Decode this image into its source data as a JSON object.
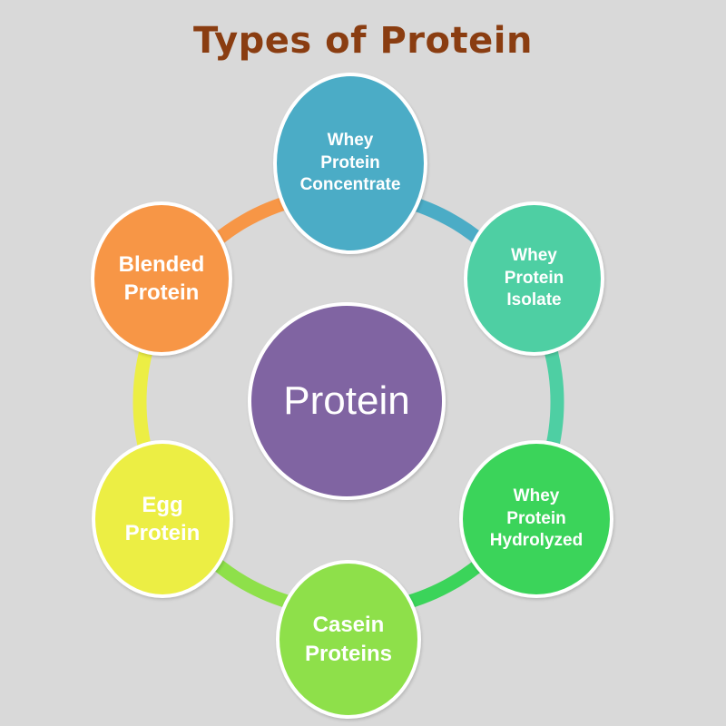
{
  "title": "Types of Protein",
  "center": {
    "label": "Protein",
    "color": "#8064a2"
  },
  "nodes": {
    "whey_concentrate": {
      "lines": [
        "Whey",
        "Protein",
        "Concentrate"
      ],
      "color": "#4bacc6"
    },
    "whey_isolate": {
      "lines": [
        "Whey",
        "Protein",
        "Isolate"
      ],
      "color": "#4ecfa3"
    },
    "whey_hydrolyzed": {
      "lines": [
        "Whey",
        "Protein",
        "Hydrolyzed"
      ],
      "color": "#3bd45a"
    },
    "casein": {
      "lines": [
        "Casein",
        "Proteins"
      ],
      "color": "#8ee04a"
    },
    "egg": {
      "lines": [
        "Egg",
        "Protein"
      ],
      "color": "#ecee44"
    },
    "blended": {
      "lines": [
        "Blended",
        "Protein"
      ],
      "color": "#f79646"
    }
  },
  "ring_colors": [
    "#4bacc6",
    "#4ecfa3",
    "#3bd45a",
    "#8ee04a",
    "#ecee44",
    "#f79646"
  ]
}
